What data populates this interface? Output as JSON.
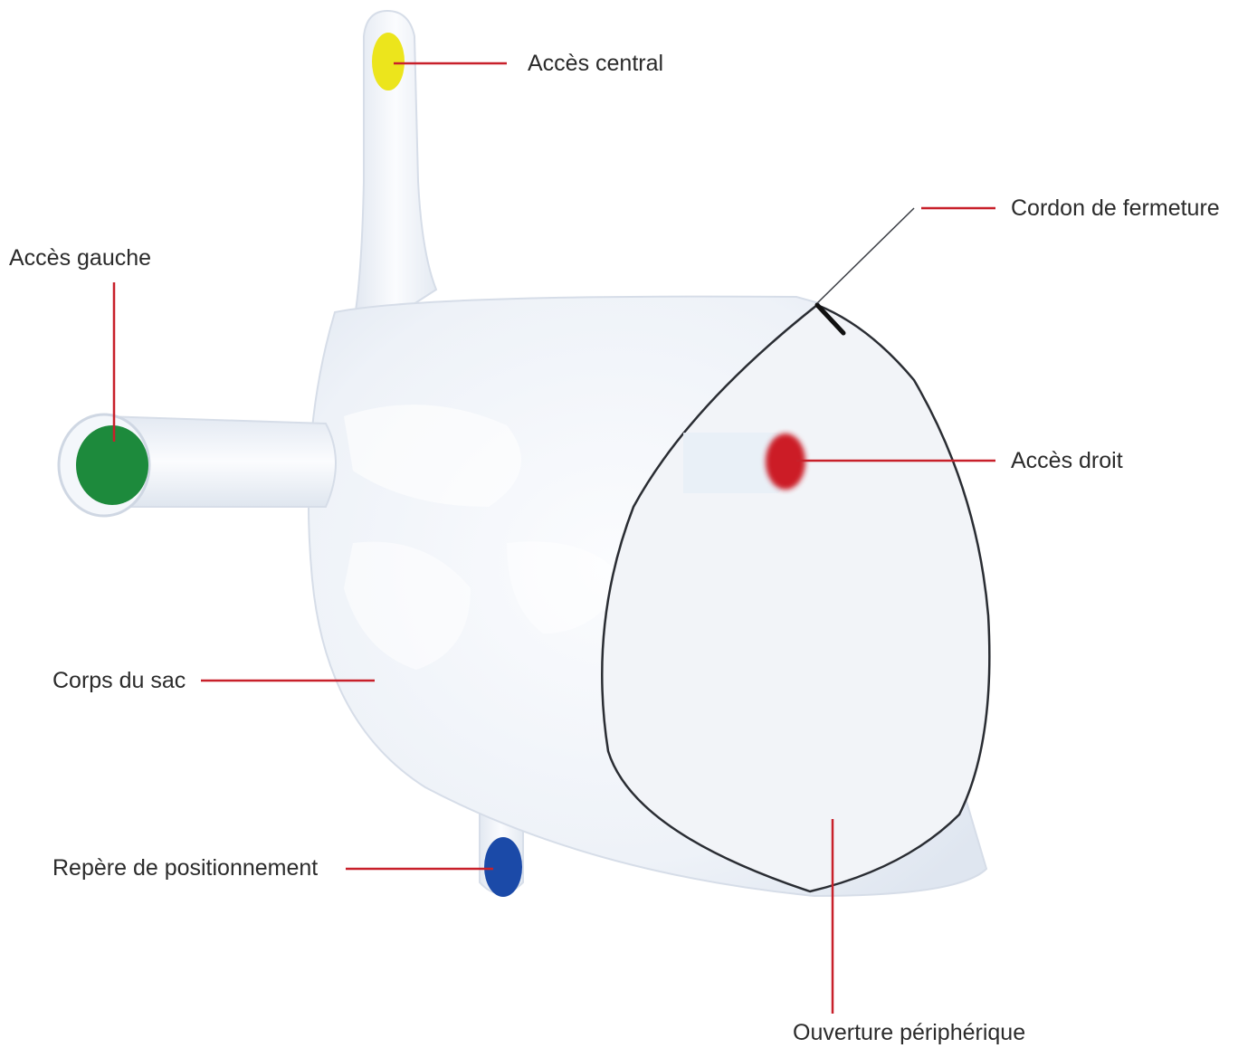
{
  "labels": {
    "central": "Accès central",
    "left": "Accès gauche",
    "cord": "Cordon de fermeture",
    "right": "Accès droit",
    "body": "Corps du sac",
    "marker": "Repère de positionnement",
    "opening": "Ouverture périphérique"
  },
  "colors": {
    "leader": "#c8202a",
    "central_port": "#ece51c",
    "left_port": "#1d8a3c",
    "right_port": "#cc1f26",
    "marker": "#1b4aa8",
    "bag": "#eef2f8",
    "bag_edge": "#d9e1ec",
    "outline": "#2a2d33"
  }
}
